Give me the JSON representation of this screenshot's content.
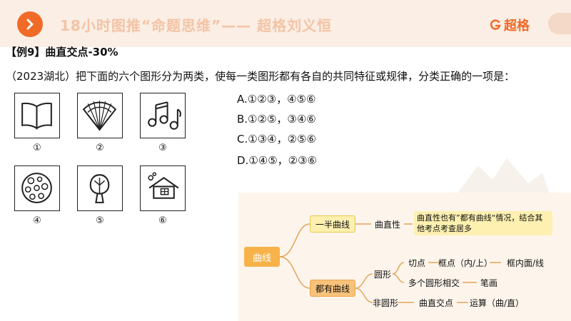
{
  "header": {
    "title": "18小时图推“命题思维”—— 超格刘义恒",
    "logo_text": "超格",
    "nav_icon": "chevron-right-icon",
    "colors": {
      "accent": "#f06a28",
      "header_bg": "#fbeee4"
    }
  },
  "question": {
    "example_label": "【例9】曲直交点-30%",
    "prompt": "（2023湖北）把下面的六个图形分为两类，使每一类图形都有各自的共同特征或规律，分类正确的一项是：",
    "figures": [
      {
        "label": "①",
        "icon": "open-book-icon"
      },
      {
        "label": "②",
        "icon": "folding-fan-icon"
      },
      {
        "label": "③",
        "icon": "music-notes-icon"
      },
      {
        "label": "④",
        "icon": "dotted-ball-icon"
      },
      {
        "label": "⑤",
        "icon": "tree-icon"
      },
      {
        "label": "⑥",
        "icon": "house-icon"
      }
    ],
    "options": [
      "A.①②③，④⑤⑥",
      "B.①②⑤，③④⑥",
      "C.①③④，②⑤⑥",
      "D.①④⑤，②③⑥"
    ]
  },
  "mindmap": {
    "root": "曲线",
    "branch1": {
      "label": "一半曲线",
      "child": "曲直性",
      "note": "曲直性也有”都有曲线“情况，结合其他考点考查居多"
    },
    "branch2": {
      "label": "都有曲线",
      "circle": {
        "label": "圆形",
        "tangent": "切点",
        "frame_point": "框点（内/上）",
        "frame_inner": "框内面/线",
        "multi_circle": "多个圆形相交",
        "stroke": "笔画"
      },
      "non_circle": {
        "label": "非圆形",
        "intersection": "曲直交点",
        "operation": "运算（曲/直）"
      }
    },
    "colors": {
      "root": "#f7b24a",
      "branch1": "#fdf0b0",
      "branch2": "#f7c27a",
      "line": "#e3a45a"
    }
  }
}
